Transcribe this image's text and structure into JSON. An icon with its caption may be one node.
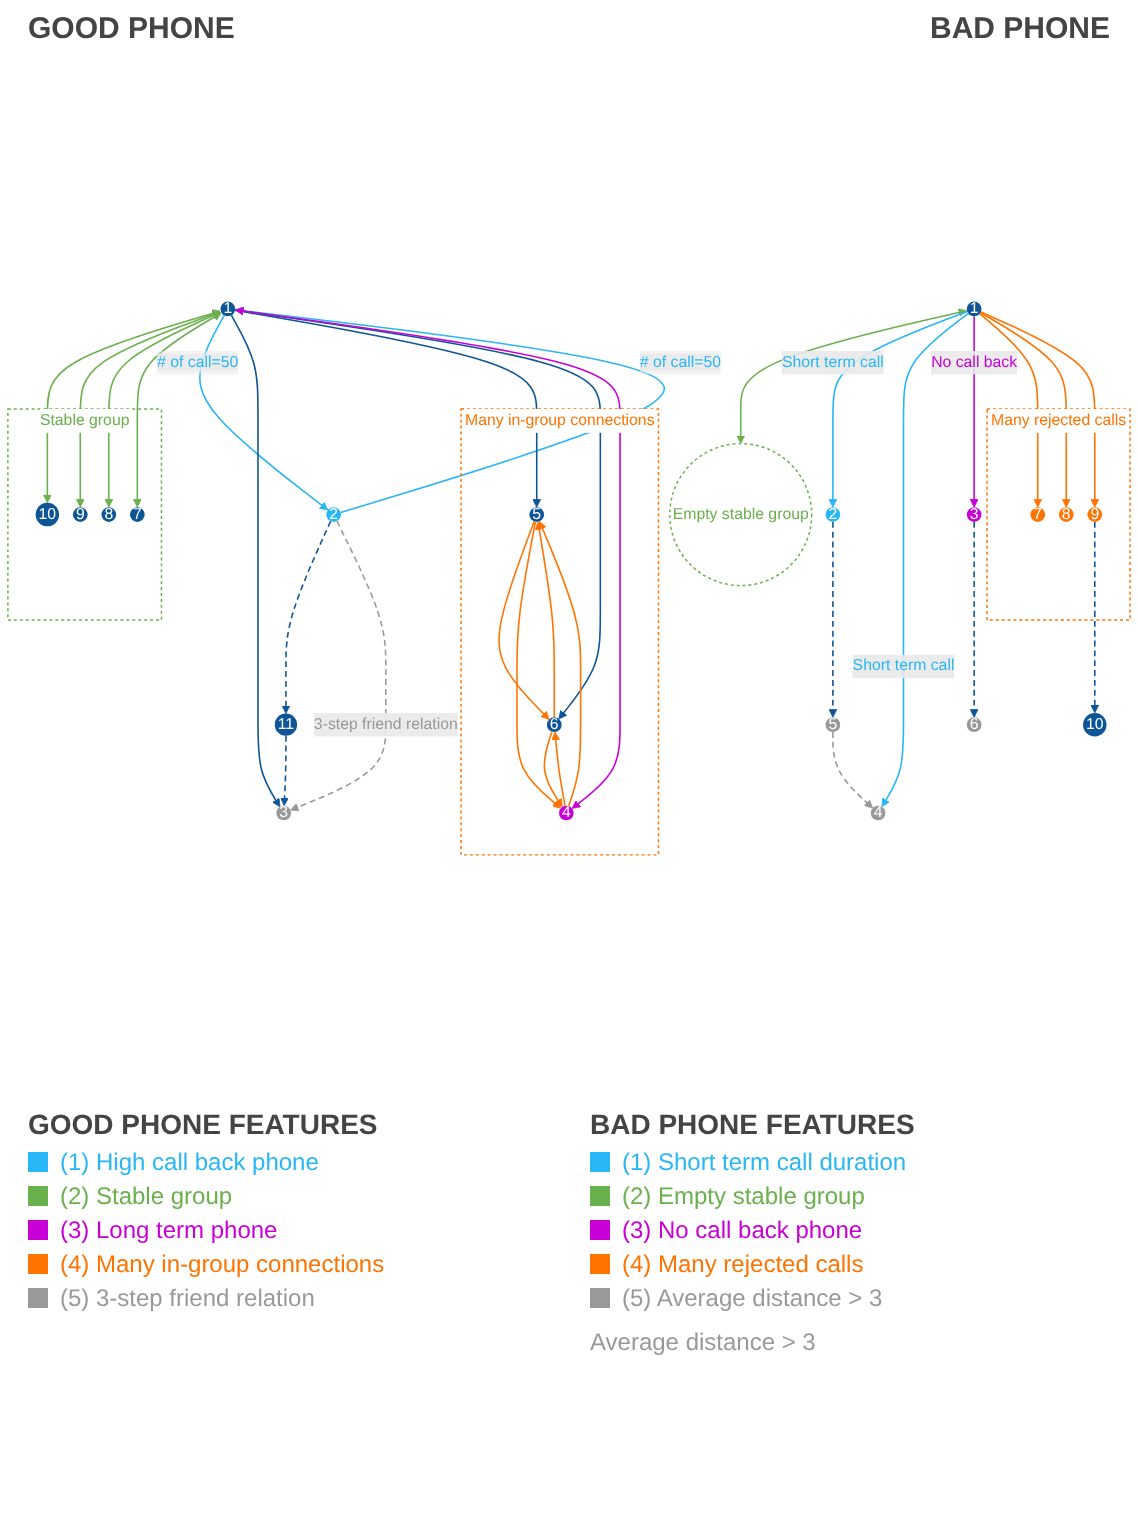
{
  "diagram": {
    "nodes": [
      {
        "text": [
          "1"
        ]
      },
      {
        "text": [
          "Stable group"
        ]
      },
      {
        "text": [
          "10"
        ],
        "in": 1
      },
      {
        "text": [
          "9"
        ],
        "in": 1
      },
      {
        "text": [
          "8"
        ],
        "in": 1
      },
      {
        "text": [
          "7"
        ],
        "in": 1
      },
      {
        "text": [
          "2"
        ]
      },
      {
        "text": [
          "3"
        ]
      },
      {
        "text": [
          "Many in-group connections"
        ]
      },
      {
        "text": [
          "5"
        ],
        "in": 8
      },
      {
        "text": [
          "6"
        ],
        "in": 8
      },
      {
        "text": [
          "4"
        ],
        "in": 8
      },
      {
        "text": [
          "11"
        ]
      },
      {
        "text": [
          "1"
        ]
      },
      {
        "text": [
          "Empty stable group"
        ]
      },
      {
        "text": [
          "2"
        ]
      },
      {
        "text": [
          "4"
        ]
      },
      {
        "text": [
          "3"
        ]
      },
      {
        "text": [
          "5"
        ]
      },
      {
        "text": [
          "6"
        ]
      },
      {
        "text": [
          "Many rejected calls"
        ]
      },
      {
        "text": [
          "7"
        ],
        "in": 20
      },
      {
        "text": [
          "8"
        ],
        "in": 20
      },
      {
        "text": [
          "9"
        ],
        "in": 20
      },
      {
        "text": [
          "10"
        ]
      }
    ],
    "edges": [
      {
        "from": 0,
        "to": 2,
        "arrow": "both",
        "color": "#6ab04c"
      },
      {
        "from": 0,
        "to": 3,
        "arrow": "both",
        "color": "#6ab04c"
      },
      {
        "from": 0,
        "to": 4,
        "arrow": "both",
        "color": "#6ab04c"
      },
      {
        "from": 0,
        "to": 5,
        "arrow": "both",
        "color": "#6ab04c"
      },
      {
        "from": 6,
        "to": 0,
        "arrow": "to",
        "label": "# of call=50",
        "color": "#29b6f6"
      },
      {
        "from": 0,
        "to": 6,
        "arrow": "to",
        "label": "# of call=50",
        "color": "#29b6f6"
      },
      {
        "from": 0,
        "to": 7,
        "arrow": "to",
        "color": "#0d5596"
      },
      {
        "from": 0,
        "to": 9,
        "arrow": "to",
        "color": "#0d5596"
      },
      {
        "from": 0,
        "to": 10,
        "arrow": "to",
        "color": "#0d5596"
      },
      {
        "from": 0,
        "to": 11,
        "arrow": "both",
        "color": "#c800d6"
      },
      {
        "from": 9,
        "to": 10,
        "arrow": "to"
      },
      {
        "from": 10,
        "to": 9,
        "arrow": "to"
      },
      {
        "from": 11,
        "to": 9,
        "arrow": "to"
      },
      {
        "from": 9,
        "to": 11,
        "arrow": "to"
      },
      {
        "from": 11,
        "to": 10,
        "arrow": "to"
      },
      {
        "from": 10,
        "to": 11,
        "arrow": "to"
      },
      {
        "from": 6,
        "to": 12,
        "arrow": "to",
        "style": "dashed",
        "color": "#0d5596"
      },
      {
        "from": 12,
        "to": 7,
        "arrow": "to",
        "style": "dashed",
        "color": "#0d5596"
      },
      {
        "from": 6,
        "to": 7,
        "arrow": "to",
        "label": "3-step friend relation",
        "style": "dashed",
        "color": "#999999"
      },
      {
        "from": 13,
        "to": 14,
        "arrow": "both",
        "color": "#6ab04c"
      },
      {
        "from": 13,
        "to": 15,
        "arrow": "to",
        "label": "Short term call",
        "color": "#29b6f6"
      },
      {
        "from": 13,
        "to": 16,
        "arrow": "to",
        "label": "Short term call",
        "color": "#29b6f6"
      },
      {
        "from": 13,
        "to": 17,
        "arrow": "to",
        "label": "No call back",
        "color": "#c800d6"
      },
      {
        "from": 13,
        "to": 21,
        "arrow": "to"
      },
      {
        "from": 13,
        "to": 22,
        "arrow": "to"
      },
      {
        "from": 13,
        "to": 23,
        "arrow": "to"
      },
      {
        "from": 15,
        "to": 18,
        "arrow": "to",
        "style": "dashed",
        "color": "#0d5596"
      },
      {
        "from": 17,
        "to": 19,
        "arrow": "to",
        "style": "dashed",
        "color": "#0d5596"
      },
      {
        "from": 18,
        "to": 16,
        "arrow": "to",
        "style": "dashed",
        "color": "#999999"
      },
      {
        "from": 23,
        "to": 24,
        "arrow": "to",
        "style": "dashed",
        "color": "#0d5596"
      }
    ],
    "labels": [
      "GOOD PHONE",
      "GOOD PHONE FEATURES",
      "BAD PHONE",
      "Average distance > 3",
      "BAD PHONE FEATURES"
    ],
    "legend": [
      {
        "text": "(1) High call back phone",
        "color": "#29b6f6"
      },
      {
        "text": "(2) Stable group",
        "color": "#6ab04c"
      },
      {
        "text": "(3) Long term phone",
        "color": "#c800d6"
      },
      {
        "text": "(4) Many in-group connections",
        "color": "#ff7300"
      },
      {
        "text": "(5) 3-step friend relation",
        "color": "#999999"
      },
      {
        "text": "(1) Short term call duration",
        "color": "#29b6f6"
      },
      {
        "text": "(2) Empty stable group",
        "color": "#6ab04c"
      },
      {
        "text": "(3) No call back phone",
        "color": "#c800d6"
      },
      {
        "text": "(4) Many rejected calls",
        "color": "#ff7300"
      },
      {
        "text": "(5) Average distance > 3",
        "color": "#999999"
      }
    ]
  }
}
